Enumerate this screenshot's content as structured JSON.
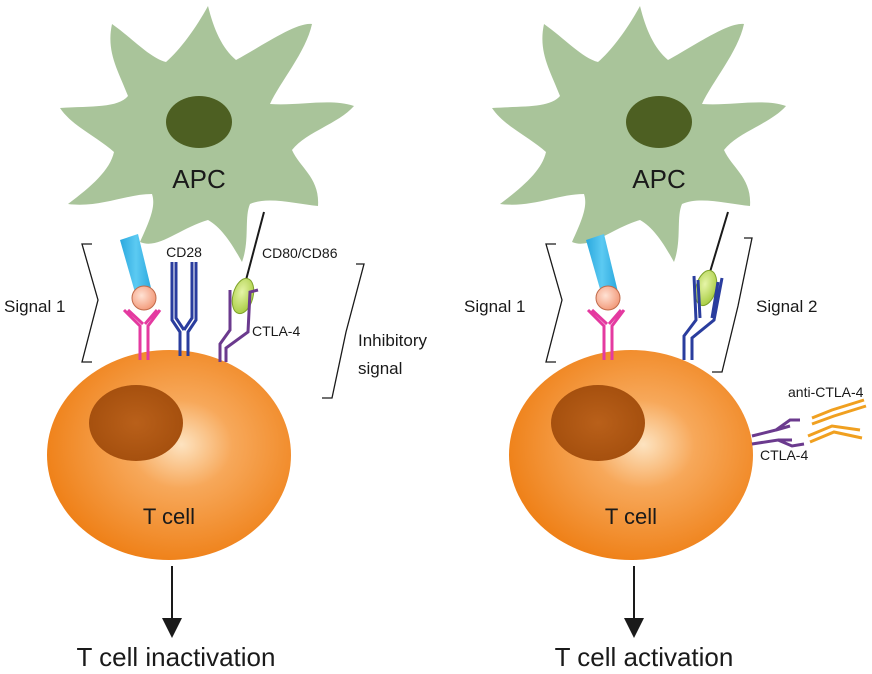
{
  "left_panel": {
    "apc_label": "APC",
    "cd28_label": "CD28",
    "cd80_label": "CD80/CD86",
    "ctla4_label": "CTLA-4",
    "signal1_label": "Signal 1",
    "inhibitory_line1": "Inhibitory",
    "inhibitory_line2": "signal",
    "tcell_label": "T cell",
    "outcome": "T cell inactivation"
  },
  "right_panel": {
    "apc_label": "APC",
    "signal1_label": "Signal 1",
    "signal2_label": "Signal 2",
    "anti_ctla4_label": "anti-CTLA-4",
    "ctla4_label": "CTLA-4",
    "tcell_label": "T cell",
    "outcome": "T cell activation"
  },
  "colors": {
    "apc_fill": "#a9c49a",
    "apc_nucleus": "#4d5f22",
    "tcell_outer": "#f08a1e",
    "tcell_nucleus": "#b5560f",
    "tcr_blue": "#3ab6e6",
    "mhc_pink": "#e43aa0",
    "cd28_blue": "#2a3d9e",
    "ctla4_purple": "#6b3a8e",
    "ligand_green": "#b6d94a",
    "antibody_orange": "#f0a020"
  }
}
